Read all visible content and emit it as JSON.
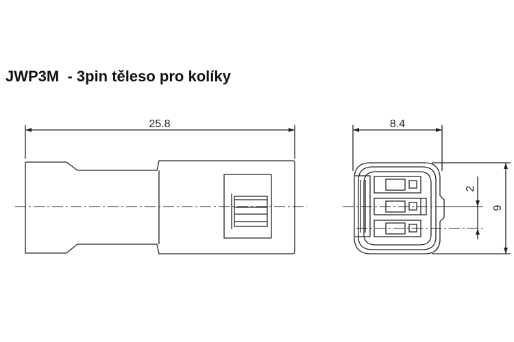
{
  "title": "JWP3M  - 3pin těleso pro kolíky",
  "dimensions": {
    "length": "25.8",
    "width": "8.4",
    "pitch": "2",
    "height": "9"
  },
  "colors": {
    "line": "#222222",
    "background": "#ffffff"
  }
}
